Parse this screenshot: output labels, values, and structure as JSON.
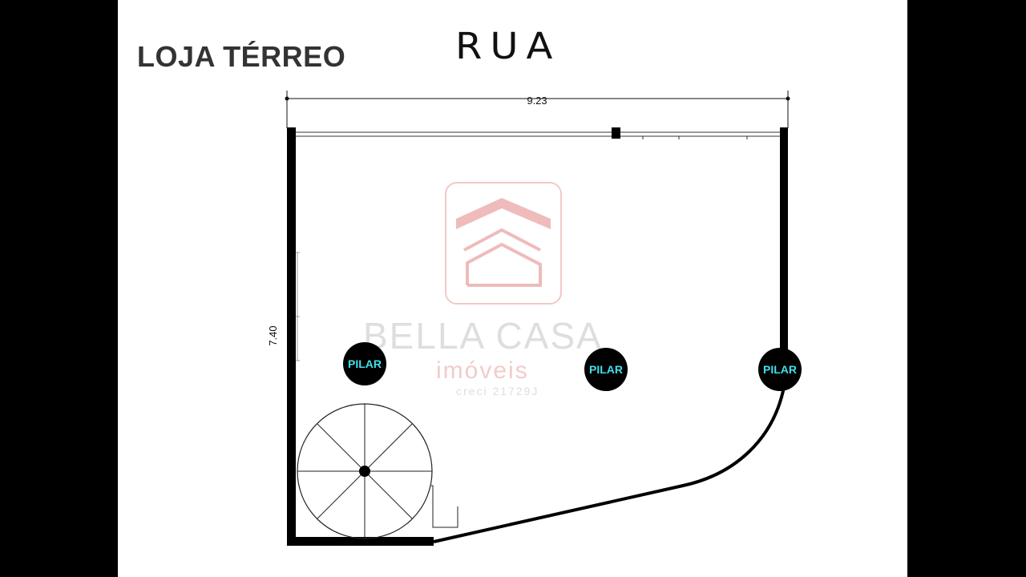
{
  "floor_title": "LOJA TÉRREO",
  "street_label": "RUA",
  "dimensions": {
    "width": "9.23",
    "depth": "7.40"
  },
  "pillars": [
    {
      "label": "PILAR"
    },
    {
      "label": "PILAR"
    },
    {
      "label": "PILAR"
    }
  ],
  "watermark": {
    "brand": "BELLA CASA",
    "subtitle": "imóveis",
    "registration": "creci 21729J",
    "logo_icon": "house-roof-logo-icon",
    "brand_color": "#e8a8a8"
  },
  "colors": {
    "wall": "#000000",
    "pillar_text": "#3fe0ea",
    "background": "#ffffff",
    "outer": "#000000"
  }
}
